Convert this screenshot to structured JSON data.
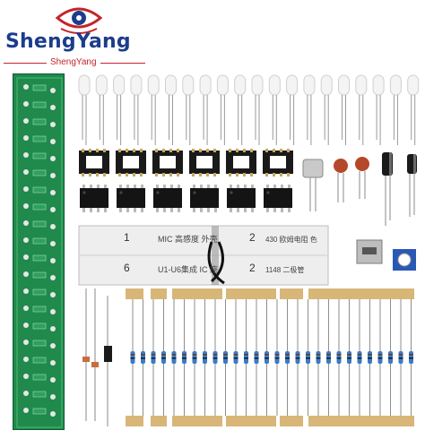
{
  "brand": {
    "name": "ShengYang",
    "sub": "ShengYang",
    "accent_red": "#c4242b",
    "accent_blue": "#1c3d8c"
  },
  "kit": {
    "led_count": 20,
    "ic_socket_count": 6,
    "ic_chip_count": 6,
    "resistor_count": 28
  },
  "label": {
    "row1_num1": "1",
    "row1_text1": "MIC 高感度 外壳",
    "row1_num2": "2",
    "row1_text2": "430 欧姆电阻 色",
    "row2_num1": "6",
    "row2_text1": "U1-U6集成 IC 座",
    "row2_num2": "2",
    "row2_text2": "1148 二极管"
  }
}
